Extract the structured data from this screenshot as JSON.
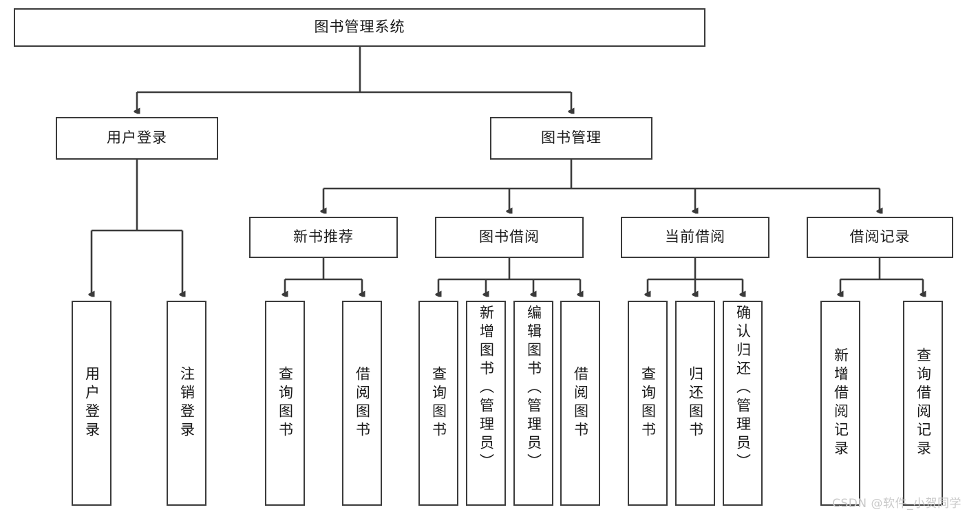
{
  "diagram": {
    "title": "图书管理系统",
    "type": "hierarchy-tree",
    "root": {
      "label": "图书管理系统"
    },
    "level2": [
      {
        "id": "user-login",
        "label": "用户登录"
      },
      {
        "id": "book-manage",
        "label": "图书管理"
      }
    ],
    "level3": [
      {
        "id": "new-book-recommend",
        "label": "新书推荐"
      },
      {
        "id": "book-borrow",
        "label": "图书借阅"
      },
      {
        "id": "current-borrow",
        "label": "当前借阅"
      },
      {
        "id": "borrow-record",
        "label": "借阅记录"
      }
    ],
    "leaves": {
      "user_login": [
        {
          "id": "leaf-user-login",
          "label": "用户登录"
        },
        {
          "id": "leaf-user-logout",
          "label": "注销登录"
        }
      ],
      "new_book_recommend": [
        {
          "id": "leaf-query-book-1",
          "label": "查询图书"
        },
        {
          "id": "leaf-borrow-book-1",
          "label": "借阅图书"
        }
      ],
      "book_borrow": [
        {
          "id": "leaf-query-book-2",
          "label": "查询图书"
        },
        {
          "id": "leaf-add-book",
          "label": "新增图书（管理员）"
        },
        {
          "id": "leaf-edit-book",
          "label": "编辑图书（管理员）"
        },
        {
          "id": "leaf-borrow-book-2",
          "label": "借阅图书"
        }
      ],
      "current_borrow": [
        {
          "id": "leaf-query-book-3",
          "label": "查询图书"
        },
        {
          "id": "leaf-return-book",
          "label": "归还图书"
        },
        {
          "id": "leaf-confirm-return",
          "label": "确认归还（管理员）"
        }
      ],
      "borrow_record": [
        {
          "id": "leaf-add-record",
          "label": "新增借阅记录"
        },
        {
          "id": "leaf-query-record",
          "label": "查询借阅记录"
        }
      ]
    }
  },
  "watermark": {
    "text": "CSDN @软件_小贺同学"
  },
  "colors": {
    "box_border": "#3b3b3b",
    "box_fill": "#ffffff",
    "connector": "#3b3b3b",
    "text": "#1a1a1a",
    "watermark": "#c9c9c9",
    "background": "#ffffff"
  }
}
